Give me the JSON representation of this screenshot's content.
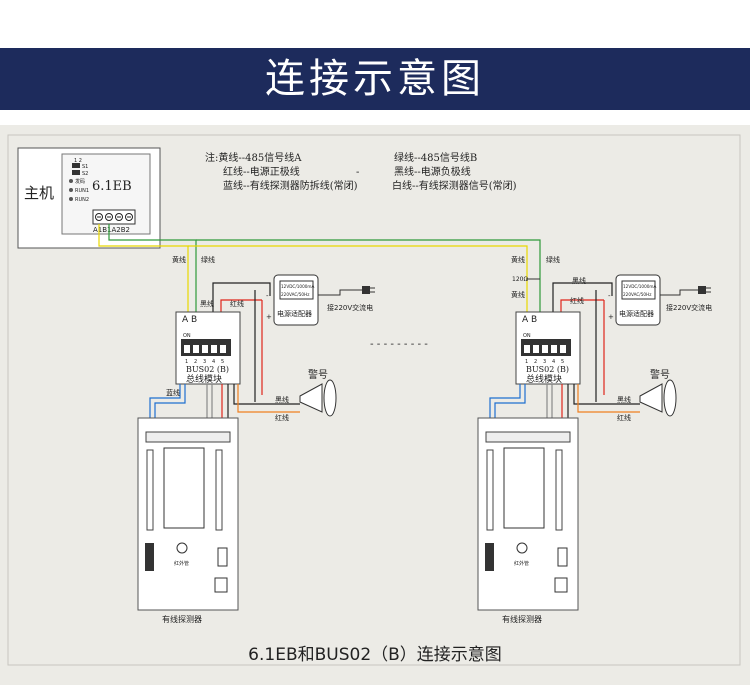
{
  "title": "连接示意图",
  "host": {
    "label": "主机",
    "model": "6.1EB",
    "leds": [
      "S1",
      "S2",
      "发码",
      "RUN1",
      "RUN2"
    ],
    "terminals": "A1B1A2B2",
    "dip_top": "1 2"
  },
  "notes": [
    "注:黄线--485信号线A",
    "绿线--485信号线B",
    "红线--电源正极线",
    "-",
    "黑线--电源负极线",
    "蓝线--有线探测器防拆线(常闭)",
    "白线--有线探测器信号(常闭)"
  ],
  "wires": {
    "yellow": "黄线",
    "green": "绿线",
    "black": "黑线",
    "red": "红线",
    "blue": "蓝线"
  },
  "resistor": "120Ω",
  "module": {
    "ab": "A  B",
    "on": "ON",
    "dip_numbers": [
      "1",
      "2",
      "3",
      "4",
      "5"
    ],
    "model": "BUS02 (B)",
    "name": "总线模块"
  },
  "adapter": {
    "line1": "12VDC/1000mA",
    "line2": "220VAC/50Hz",
    "label": "电源适配器",
    "ac": "接220V交流电"
  },
  "siren": "警号",
  "detector": {
    "label": "有线探测器",
    "sensor": "红外管"
  },
  "dashes": "- - - - - - - - -",
  "caption": "6.1EB和BUS02（B）连接示意图",
  "colors": {
    "banner": "#1d2b5c",
    "panel": "#ecebe6",
    "yellow": "#e8d800",
    "green": "#2e9a3a",
    "red": "#e0251b",
    "black": "#222222",
    "blue": "#1e6fd0",
    "orange": "#f08020"
  }
}
